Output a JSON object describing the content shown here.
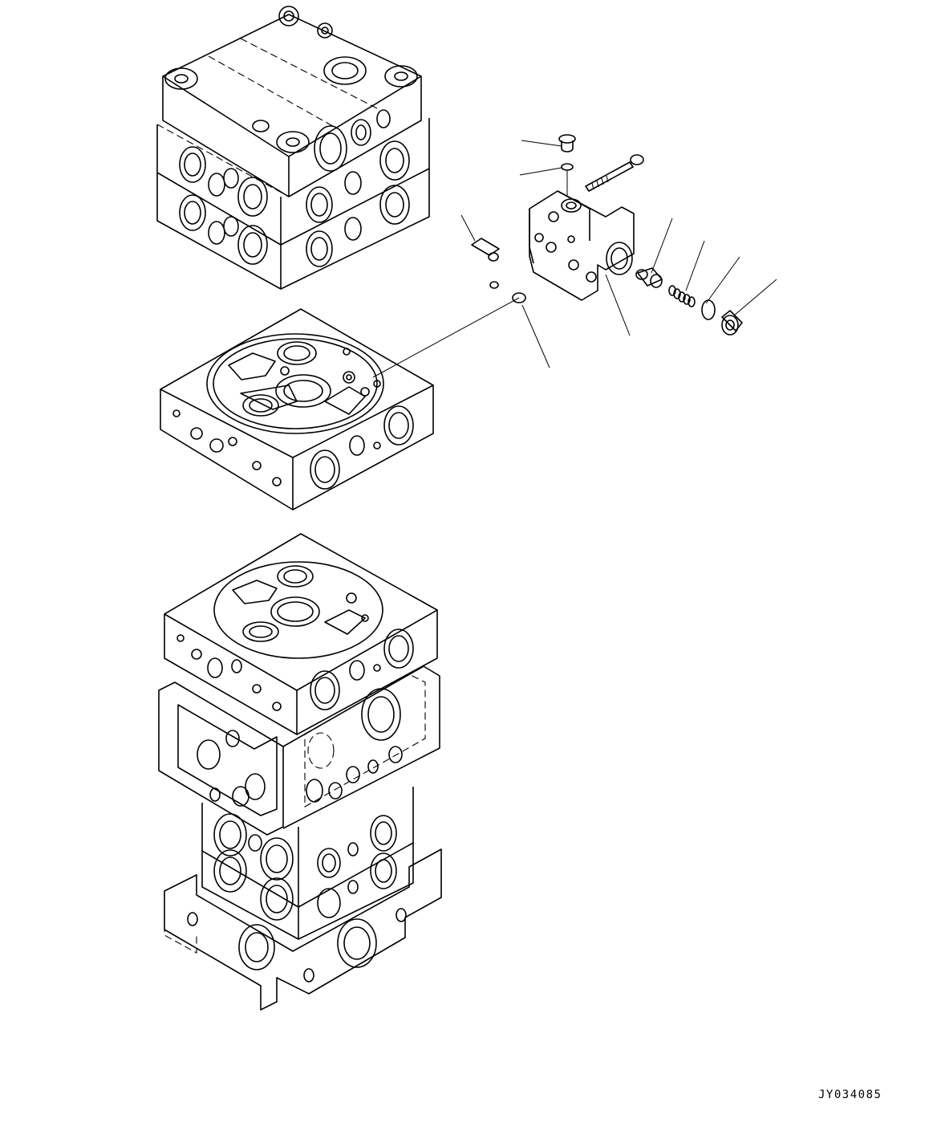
{
  "drawing_code": "JY034085",
  "parts": [
    {
      "id": "upper-valve-block"
    },
    {
      "id": "middle-valve-section"
    },
    {
      "id": "lower-valve-stack"
    },
    {
      "id": "valve-housing"
    },
    {
      "id": "plug"
    },
    {
      "id": "o-ring-small"
    },
    {
      "id": "bolt"
    },
    {
      "id": "seal-set"
    },
    {
      "id": "o-ring-mating"
    },
    {
      "id": "spool"
    },
    {
      "id": "spring"
    },
    {
      "id": "o-ring-cap"
    },
    {
      "id": "cap-plug"
    }
  ],
  "colors": {
    "line": "#000000",
    "background": "#ffffff"
  }
}
